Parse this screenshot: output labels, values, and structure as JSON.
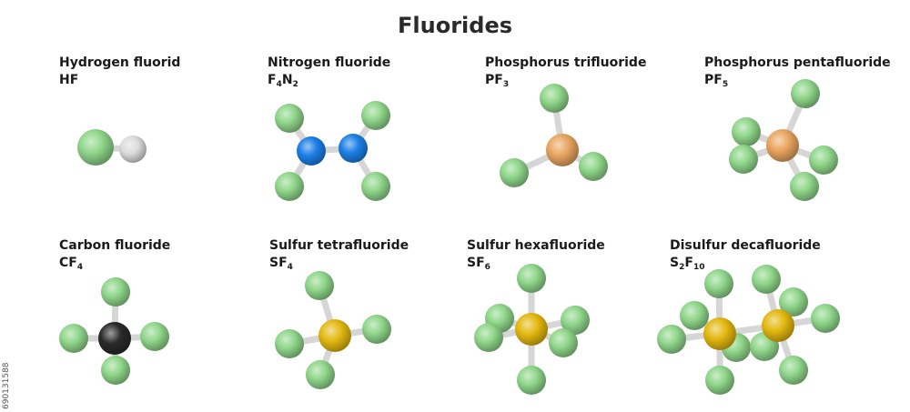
{
  "title": "Fluorides",
  "colors": {
    "F": "#8fd68a",
    "H": "#dcdcdc",
    "N": "#1c7fe6",
    "P": "#e9a55f",
    "C": "#2a2a2a",
    "S": "#e3b810",
    "bond": "#d6d6d6"
  },
  "molecules": [
    {
      "name": "Hydrogen fluorid",
      "formula": [
        {
          "t": "HF"
        }
      ]
    },
    {
      "name": "Nitrogen fluoride",
      "formula": [
        {
          "t": "F"
        },
        {
          "s": "4"
        },
        {
          "t": "N"
        },
        {
          "s": "2"
        }
      ]
    },
    {
      "name": "Phosphorus trifluoride",
      "formula": [
        {
          "t": "PF"
        },
        {
          "s": "3"
        }
      ]
    },
    {
      "name": "Phosphorus pentafluoride",
      "formula": [
        {
          "t": "PF"
        },
        {
          "s": "5"
        }
      ]
    },
    {
      "name": "Carbon fluoride",
      "formula": [
        {
          "t": "CF"
        },
        {
          "s": "4"
        }
      ]
    },
    {
      "name": "Sulfur tetrafluoride",
      "formula": [
        {
          "t": "SF"
        },
        {
          "s": "4"
        }
      ]
    },
    {
      "name": "Sulfur hexafluoride",
      "formula": [
        {
          "t": "SF"
        },
        {
          "s": "6"
        }
      ]
    },
    {
      "name": "Disulfur decafluoride",
      "formula": [
        {
          "t": "S"
        },
        {
          "s": "2"
        },
        {
          "t": "F"
        },
        {
          "s": "10"
        }
      ]
    }
  ],
  "stock_id": "690131588"
}
